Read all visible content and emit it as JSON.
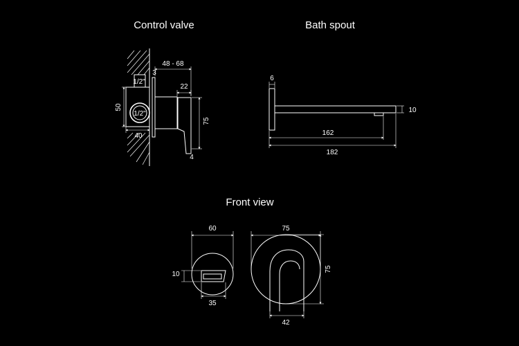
{
  "titles": {
    "control_valve": "Control valve",
    "bath_spout": "Bath spout",
    "front_view": "Front view"
  },
  "control_valve": {
    "depth_range": "48 - 68",
    "plate_thickness": "3",
    "handle_width": "22",
    "pipe_top": "1/2\"",
    "pipe_mid": "1/2\"",
    "height": "50",
    "body_width": "40",
    "handle_height": "75",
    "bottom_gap": "4"
  },
  "bath_spout": {
    "plate_thickness": "6",
    "outlet_height": "10",
    "projection": "162",
    "total_length": "182"
  },
  "front_view": {
    "valve_plate_diameter": "60",
    "valve_handle_height": "10",
    "valve_handle_width": "35",
    "spout_plate_diameter": "75",
    "spout_plate_height": "75",
    "spout_width": "42"
  }
}
